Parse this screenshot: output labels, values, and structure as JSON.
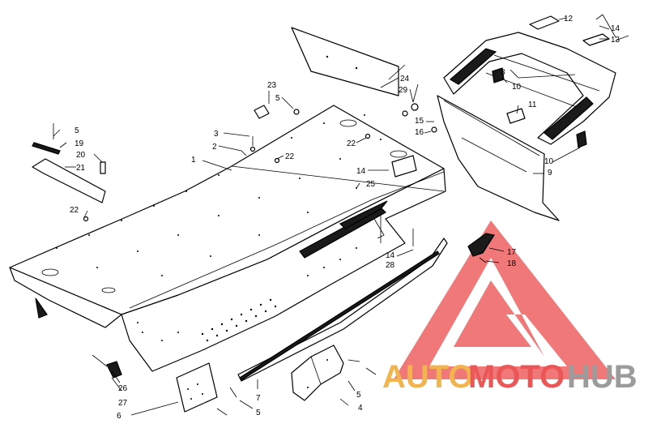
{
  "diagram": {
    "callouts": [
      {
        "id": "c1",
        "text": "1"
      },
      {
        "id": "c2",
        "text": "2"
      },
      {
        "id": "c3",
        "text": "3"
      },
      {
        "id": "c4",
        "text": "4"
      },
      {
        "id": "c5a",
        "text": "5"
      },
      {
        "id": "c5b",
        "text": "5"
      },
      {
        "id": "c5c",
        "text": "5"
      },
      {
        "id": "c5d",
        "text": "5"
      },
      {
        "id": "c6",
        "text": "6"
      },
      {
        "id": "c7",
        "text": "7"
      },
      {
        "id": "c8",
        "text": "8"
      },
      {
        "id": "c9",
        "text": "9"
      },
      {
        "id": "c10a",
        "text": "10"
      },
      {
        "id": "c10b",
        "text": "10"
      },
      {
        "id": "c11",
        "text": "11"
      },
      {
        "id": "c12",
        "text": "12"
      },
      {
        "id": "c13",
        "text": "13"
      },
      {
        "id": "c14a",
        "text": "14"
      },
      {
        "id": "c14b",
        "text": "14"
      },
      {
        "id": "c14c",
        "text": "14"
      },
      {
        "id": "c15",
        "text": "15"
      },
      {
        "id": "c16",
        "text": "16"
      },
      {
        "id": "c17",
        "text": "17"
      },
      {
        "id": "c18",
        "text": "18"
      },
      {
        "id": "c19",
        "text": "19"
      },
      {
        "id": "c20",
        "text": "20"
      },
      {
        "id": "c21",
        "text": "21"
      },
      {
        "id": "c22a",
        "text": "22"
      },
      {
        "id": "c22b",
        "text": "22"
      },
      {
        "id": "c22c",
        "text": "22"
      },
      {
        "id": "c23",
        "text": "23"
      },
      {
        "id": "c24",
        "text": "24"
      },
      {
        "id": "c25",
        "text": "25"
      },
      {
        "id": "c26",
        "text": "26"
      },
      {
        "id": "c27",
        "text": "27"
      },
      {
        "id": "c28",
        "text": "28"
      },
      {
        "id": "c29",
        "text": "29"
      }
    ]
  },
  "watermark": {
    "word_1": "AUTO",
    "word_2": "MOTO",
    "word_3": "HUB",
    "color_1": "#f0a830",
    "color_2": "#e83a3a",
    "color_3": "#8a8a8a",
    "triangle_color": "#e83a3a"
  }
}
